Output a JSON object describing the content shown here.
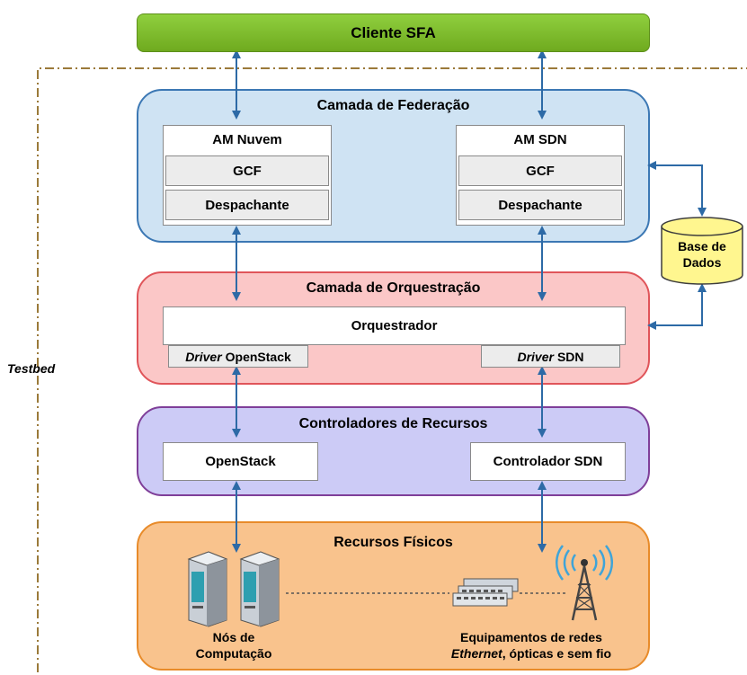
{
  "client": {
    "label": "Cliente SFA"
  },
  "testbed": {
    "label": "Testbed"
  },
  "federation": {
    "title": "Camada de Federação",
    "am_cloud": {
      "title": "AM Nuvem",
      "gcf": "GCF",
      "dispatcher": "Despachante"
    },
    "am_sdn": {
      "title": "AM SDN",
      "gcf": "GCF",
      "dispatcher": "Despachante"
    }
  },
  "database": {
    "line1": "Base de",
    "line2": "Dados"
  },
  "orchestration": {
    "title": "Camada de Orquestração",
    "orchestrator": "Orquestrador",
    "driver_openstack": {
      "italic": "Driver",
      "rest": "OpenStack"
    },
    "driver_sdn": {
      "italic": "Driver",
      "rest": "SDN"
    }
  },
  "controllers": {
    "title": "Controladores de Recursos",
    "openstack": "OpenStack",
    "sdn": "Controlador SDN"
  },
  "resources": {
    "title": "Recursos Físicos",
    "compute_line1": "Nós de",
    "compute_line2": "Computação",
    "network_line1": "Equipamentos de redes",
    "network_italic": "Ethernet",
    "network_rest": ", ópticas e sem fio"
  },
  "colors": {
    "arrow": "#2d6aa6",
    "client_fill": "#7fbf2f",
    "federation_fill": "#cfe3f3",
    "orchestration_fill": "#fbc7c7",
    "controllers_fill": "#cccbf6",
    "resources_fill": "#f9c38d",
    "database_fill": "#fff68f",
    "testbed_border": "#9b7a3a"
  }
}
